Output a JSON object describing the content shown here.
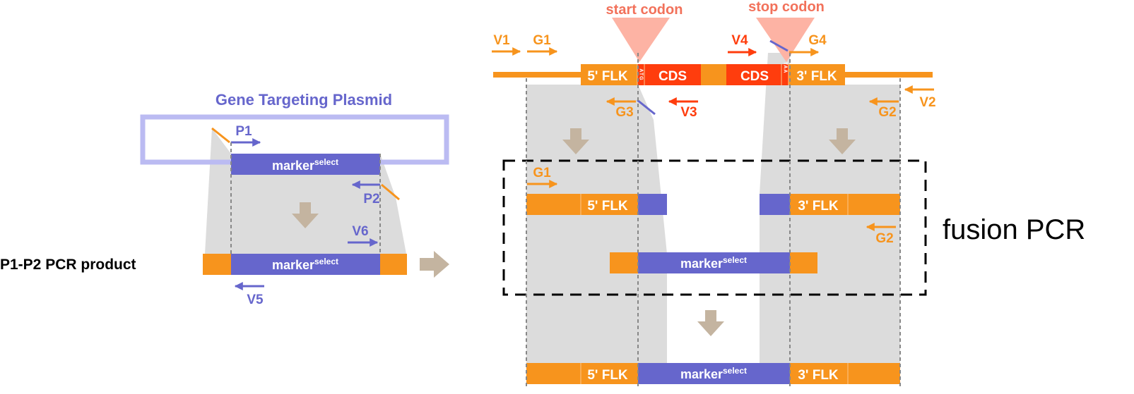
{
  "colors": {
    "orange": "#F7941D",
    "red": "#FF3D0D",
    "purple": "#6666CC",
    "lavender": "#BBBBF2",
    "gray_band": "#DCDCDC",
    "tan": "#C4B4A0",
    "salmon": "#FDB3A4",
    "salmon_text": "#F2715A",
    "dash": "#888888"
  },
  "left": {
    "plasmid_title": "Gene Targeting Plasmid",
    "primer_p1": "P1",
    "primer_p2": "P2",
    "primer_v5": "V5",
    "primer_v6": "V6",
    "marker": "marker",
    "marker_sup": "select",
    "pcr_product_label": "P1-P2 PCR product"
  },
  "right": {
    "start_codon": "start codon",
    "stop_codon": "stop codon",
    "flk5": "5' FLK",
    "flk3": "3' FLK",
    "cds": "CDS",
    "atg": "ATG",
    "taa": "TAA",
    "primers": {
      "v1": "V1",
      "g1": "G1",
      "v4": "V4",
      "g4": "G4",
      "g3": "G3",
      "v3": "V3",
      "g2": "G2",
      "v2": "V2"
    },
    "fusion_label": "fusion PCR",
    "marker": "marker",
    "marker_sup": "select"
  }
}
